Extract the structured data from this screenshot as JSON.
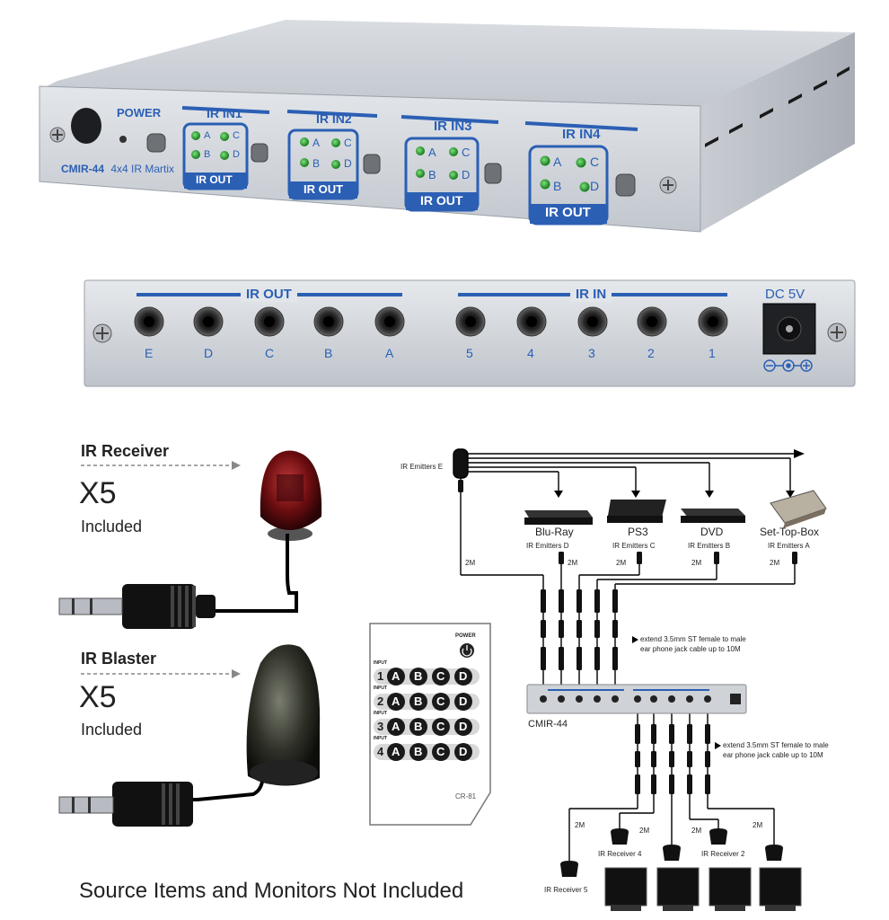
{
  "front_panel": {
    "power_label": "POWER",
    "model_label": "CMIR-44",
    "model_desc": "4x4 IR Martix",
    "groups": [
      {
        "title": "IR IN1",
        "out_label": "IR OUT",
        "leds": [
          "A",
          "B",
          "C",
          "D"
        ]
      },
      {
        "title": "IR IN2",
        "out_label": "IR OUT",
        "leds": [
          "A",
          "B",
          "C",
          "D"
        ]
      },
      {
        "title": "IR IN3",
        "out_label": "IR OUT",
        "leds": [
          "A",
          "B",
          "C",
          "D"
        ]
      },
      {
        "title": "IR IN4",
        "out_label": "IR OUT",
        "leds": [
          "A",
          "B",
          "C",
          "D"
        ]
      }
    ]
  },
  "rear_panel": {
    "ir_out_label": "IR OUT",
    "ir_in_label": "IR IN",
    "dc_label": "DC 5V",
    "ir_out_ports": [
      "E",
      "D",
      "C",
      "B",
      "A"
    ],
    "ir_in_ports": [
      "5",
      "4",
      "3",
      "2",
      "1"
    ]
  },
  "accessories": {
    "receiver": {
      "title": "IR Receiver",
      "qty": "X5",
      "note": "Included"
    },
    "blaster": {
      "title": "IR Blaster",
      "qty": "X5",
      "note": "Included"
    }
  },
  "remote": {
    "power_label": "POWER",
    "input_label": "INPUT",
    "rows": [
      "1",
      "2",
      "3",
      "4"
    ],
    "buttons": [
      "A",
      "B",
      "C",
      "D"
    ],
    "model": "CR-81"
  },
  "diagram": {
    "emitter_e": "IR Emitters E",
    "devices": [
      {
        "name": "Blu-Ray",
        "emitter": "IR Emitters D"
      },
      {
        "name": "PS3",
        "emitter": "IR Emitters C"
      },
      {
        "name": "DVD",
        "emitter": "IR Emitters B"
      },
      {
        "name": "Set-Top-Box",
        "emitter": "IR Emitters A"
      }
    ],
    "cable_label": "2M",
    "extend_note_line1": "extend 3.5mm ST female to male",
    "extend_note_line2": "ear phone jack cable up to 10M",
    "matrix_label": "CMIR-44",
    "receivers": [
      "IR Receiver 4",
      "IR Receiver 2",
      "IR Receiver 5"
    ]
  },
  "footer_note": "Source Items and Monitors Not Included"
}
